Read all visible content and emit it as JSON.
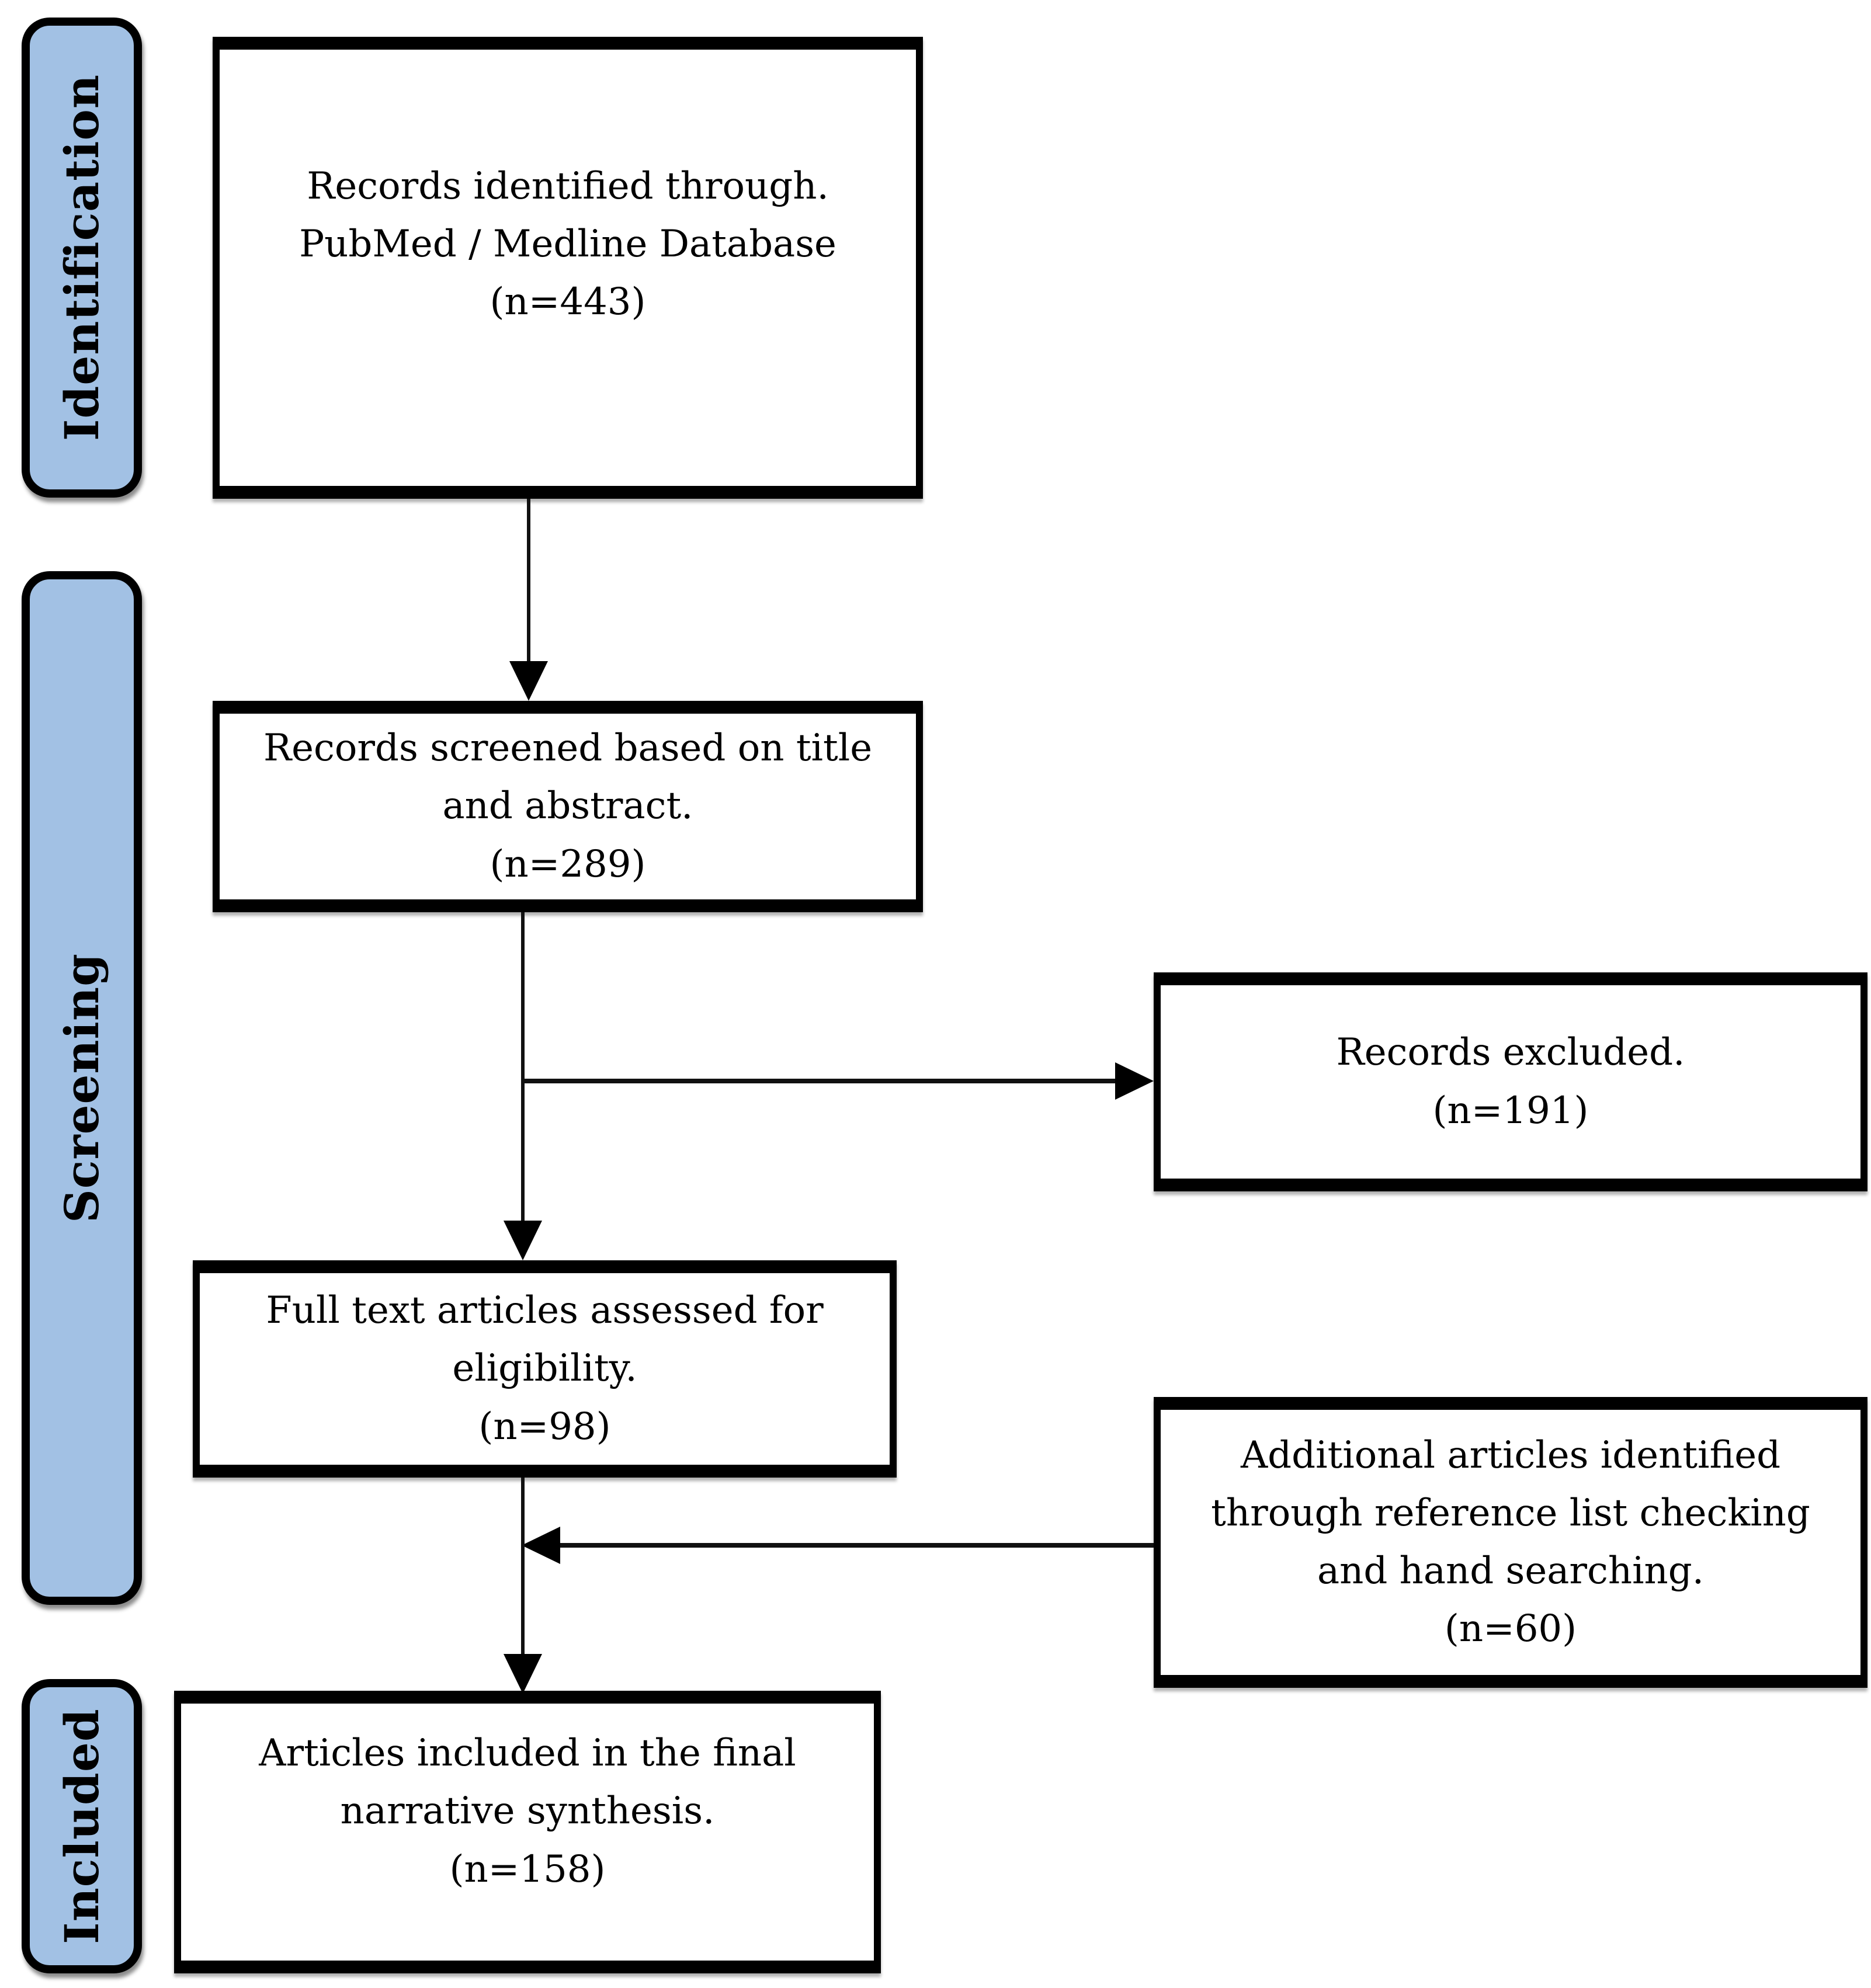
{
  "colors": {
    "stage_fill": "#a2c1e4",
    "line_color": "#000000",
    "box_background": "#ffffff",
    "text_color": "#000000"
  },
  "stages": [
    {
      "label": "Identification"
    },
    {
      "label": "Screening"
    },
    {
      "label": "Included"
    }
  ],
  "boxes": {
    "records_identified": {
      "lines": [
        "Records identified through.",
        "PubMed / Medline Database",
        "(n=443)"
      ],
      "count": 443
    },
    "records_screened": {
      "lines": [
        "Records screened based on title",
        "and abstract.",
        "(n=289)"
      ],
      "count": 289
    },
    "records_excluded": {
      "lines": [
        "Records excluded.",
        "(n=191)"
      ],
      "count": 191
    },
    "full_text_assessed": {
      "lines": [
        "Full text articles assessed for",
        "eligibility.",
        "(n=98)"
      ],
      "count": 98
    },
    "additional_articles": {
      "lines": [
        "Additional articles identified",
        "through reference list checking",
        "and hand searching.",
        "(n=60)"
      ],
      "count": 60
    },
    "final_included": {
      "lines": [
        "Articles included in the final",
        "narrative synthesis.",
        "(n=158)"
      ],
      "count": 158
    }
  }
}
